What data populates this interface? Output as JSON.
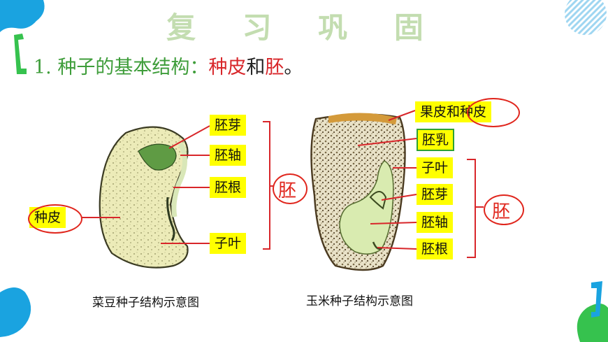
{
  "slide": {
    "title": "复 习 巩 固",
    "heading": {
      "prefix": "1. 种子的基本结构：",
      "part1": "种皮",
      "and": "和",
      "part2": "胚",
      "end": "。"
    }
  },
  "bean": {
    "caption": "菜豆种子结构示意图",
    "labels": {
      "seed_coat": "种皮",
      "plumule": "胚芽",
      "hypocotyl": "胚轴",
      "radicle": "胚根",
      "cotyledon": "子叶",
      "embryo": "胚"
    }
  },
  "corn": {
    "caption": "玉米种子结构示意图",
    "labels": {
      "pericarp_prefix": "果皮和",
      "pericarp_ring": "种皮",
      "endosperm": "胚乳",
      "cotyledon": "子叶",
      "plumule": "胚芽",
      "hypocotyl": "胚轴",
      "radicle": "胚根",
      "embryo": "胚"
    }
  },
  "colors": {
    "title": "#c3ddb0",
    "heading_green": "#3e9d3a",
    "highlight_red": "#d8262a",
    "label_yellow": "#ffff00",
    "decor_blue": "#1aa3e0",
    "decor_green": "#36c24e"
  }
}
